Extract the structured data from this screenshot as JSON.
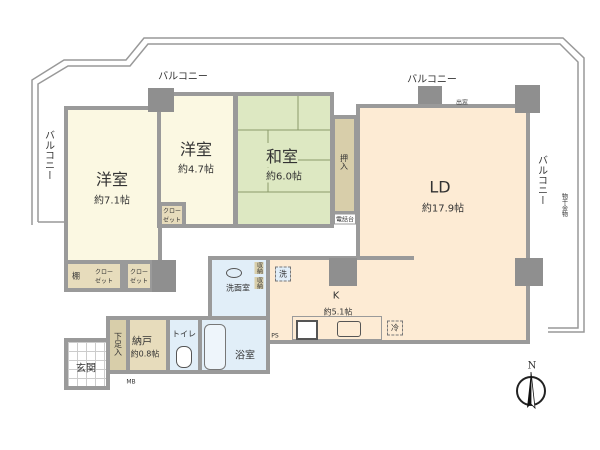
{
  "plan": {
    "balconies": {
      "top_left": "バルコニー",
      "top_right": "バルコニー",
      "left": "バルコニー",
      "right": "バルコニー"
    },
    "rooms": {
      "western_1": {
        "name": "洋室",
        "size": "約7.1帖"
      },
      "western_2": {
        "name": "洋室",
        "size": "約4.7帖"
      },
      "japanese": {
        "name": "和室",
        "size": "約6.0帖"
      },
      "ld": {
        "name": "LD",
        "size": "約17.9帖"
      },
      "kitchen": {
        "name": "K",
        "size": "約5.1帖"
      },
      "storage": {
        "name": "納戸",
        "size": "約0.8帖"
      },
      "washroom": {
        "name": "洗面室"
      },
      "bath": {
        "name": "浴室"
      },
      "toilet": {
        "name": "トイレ"
      },
      "entrance": {
        "name": "玄関"
      }
    },
    "fixtures": {
      "closet": "クローゼット",
      "closet2": "クローゼット",
      "closet3": "クローゼット",
      "shelf": "棚",
      "oshiire": "押入",
      "phone": "電話台",
      "bay_window": "出窓",
      "laundry": "洗",
      "fridge": "冷",
      "shoe": "下足入",
      "ps": "PS",
      "mb": "MB",
      "hanger": "物干金物",
      "storage_a": "収納",
      "storage_b": "収納"
    },
    "compass": "N"
  }
}
